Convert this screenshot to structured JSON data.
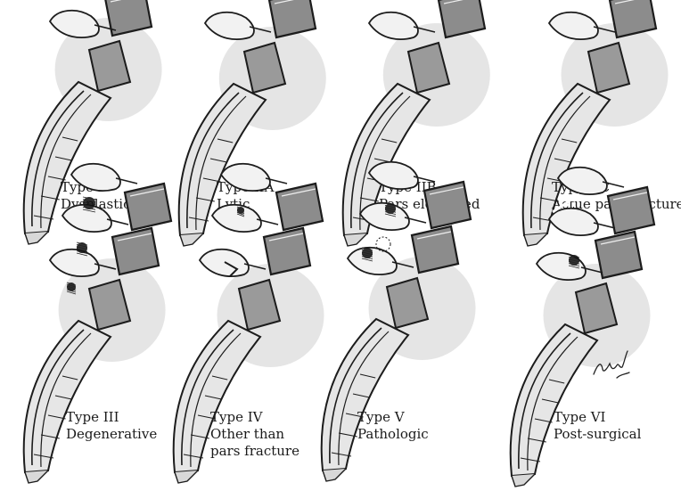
{
  "figure": {
    "panels": [
      {
        "type_label": "Type I",
        "desc_lines": [
          "Dysplastic"
        ],
        "lesion": "dysplastic-facet"
      },
      {
        "type_label": "Type IIA",
        "desc_lines": [
          "Lytic"
        ],
        "lesion": "pars-lysis"
      },
      {
        "type_label": "Type IIB",
        "desc_lines": [
          "Pars elongated"
        ],
        "lesion": "elongated-pars"
      },
      {
        "type_label": "Type IIC",
        "desc_lines": [
          "Actue pars fracture"
        ],
        "lesion": "acute-pars-fracture"
      },
      {
        "type_label": "Type III",
        "desc_lines": [
          "Degenerative"
        ],
        "lesion": "degenerative-facets"
      },
      {
        "type_label": "Type IV",
        "desc_lines": [
          "Other than",
          "pars fracture"
        ],
        "lesion": "posterior-element-fracture"
      },
      {
        "type_label": "Type V",
        "desc_lines": [
          "Pathologic"
        ],
        "lesion": "pathologic-lesion"
      },
      {
        "type_label": "Type VI",
        "desc_lines": [
          "Post-surgical"
        ],
        "lesion": "post-surgical"
      }
    ],
    "ink_color": "#1c1c1c",
    "shade_color": "#9a9a9a"
  }
}
